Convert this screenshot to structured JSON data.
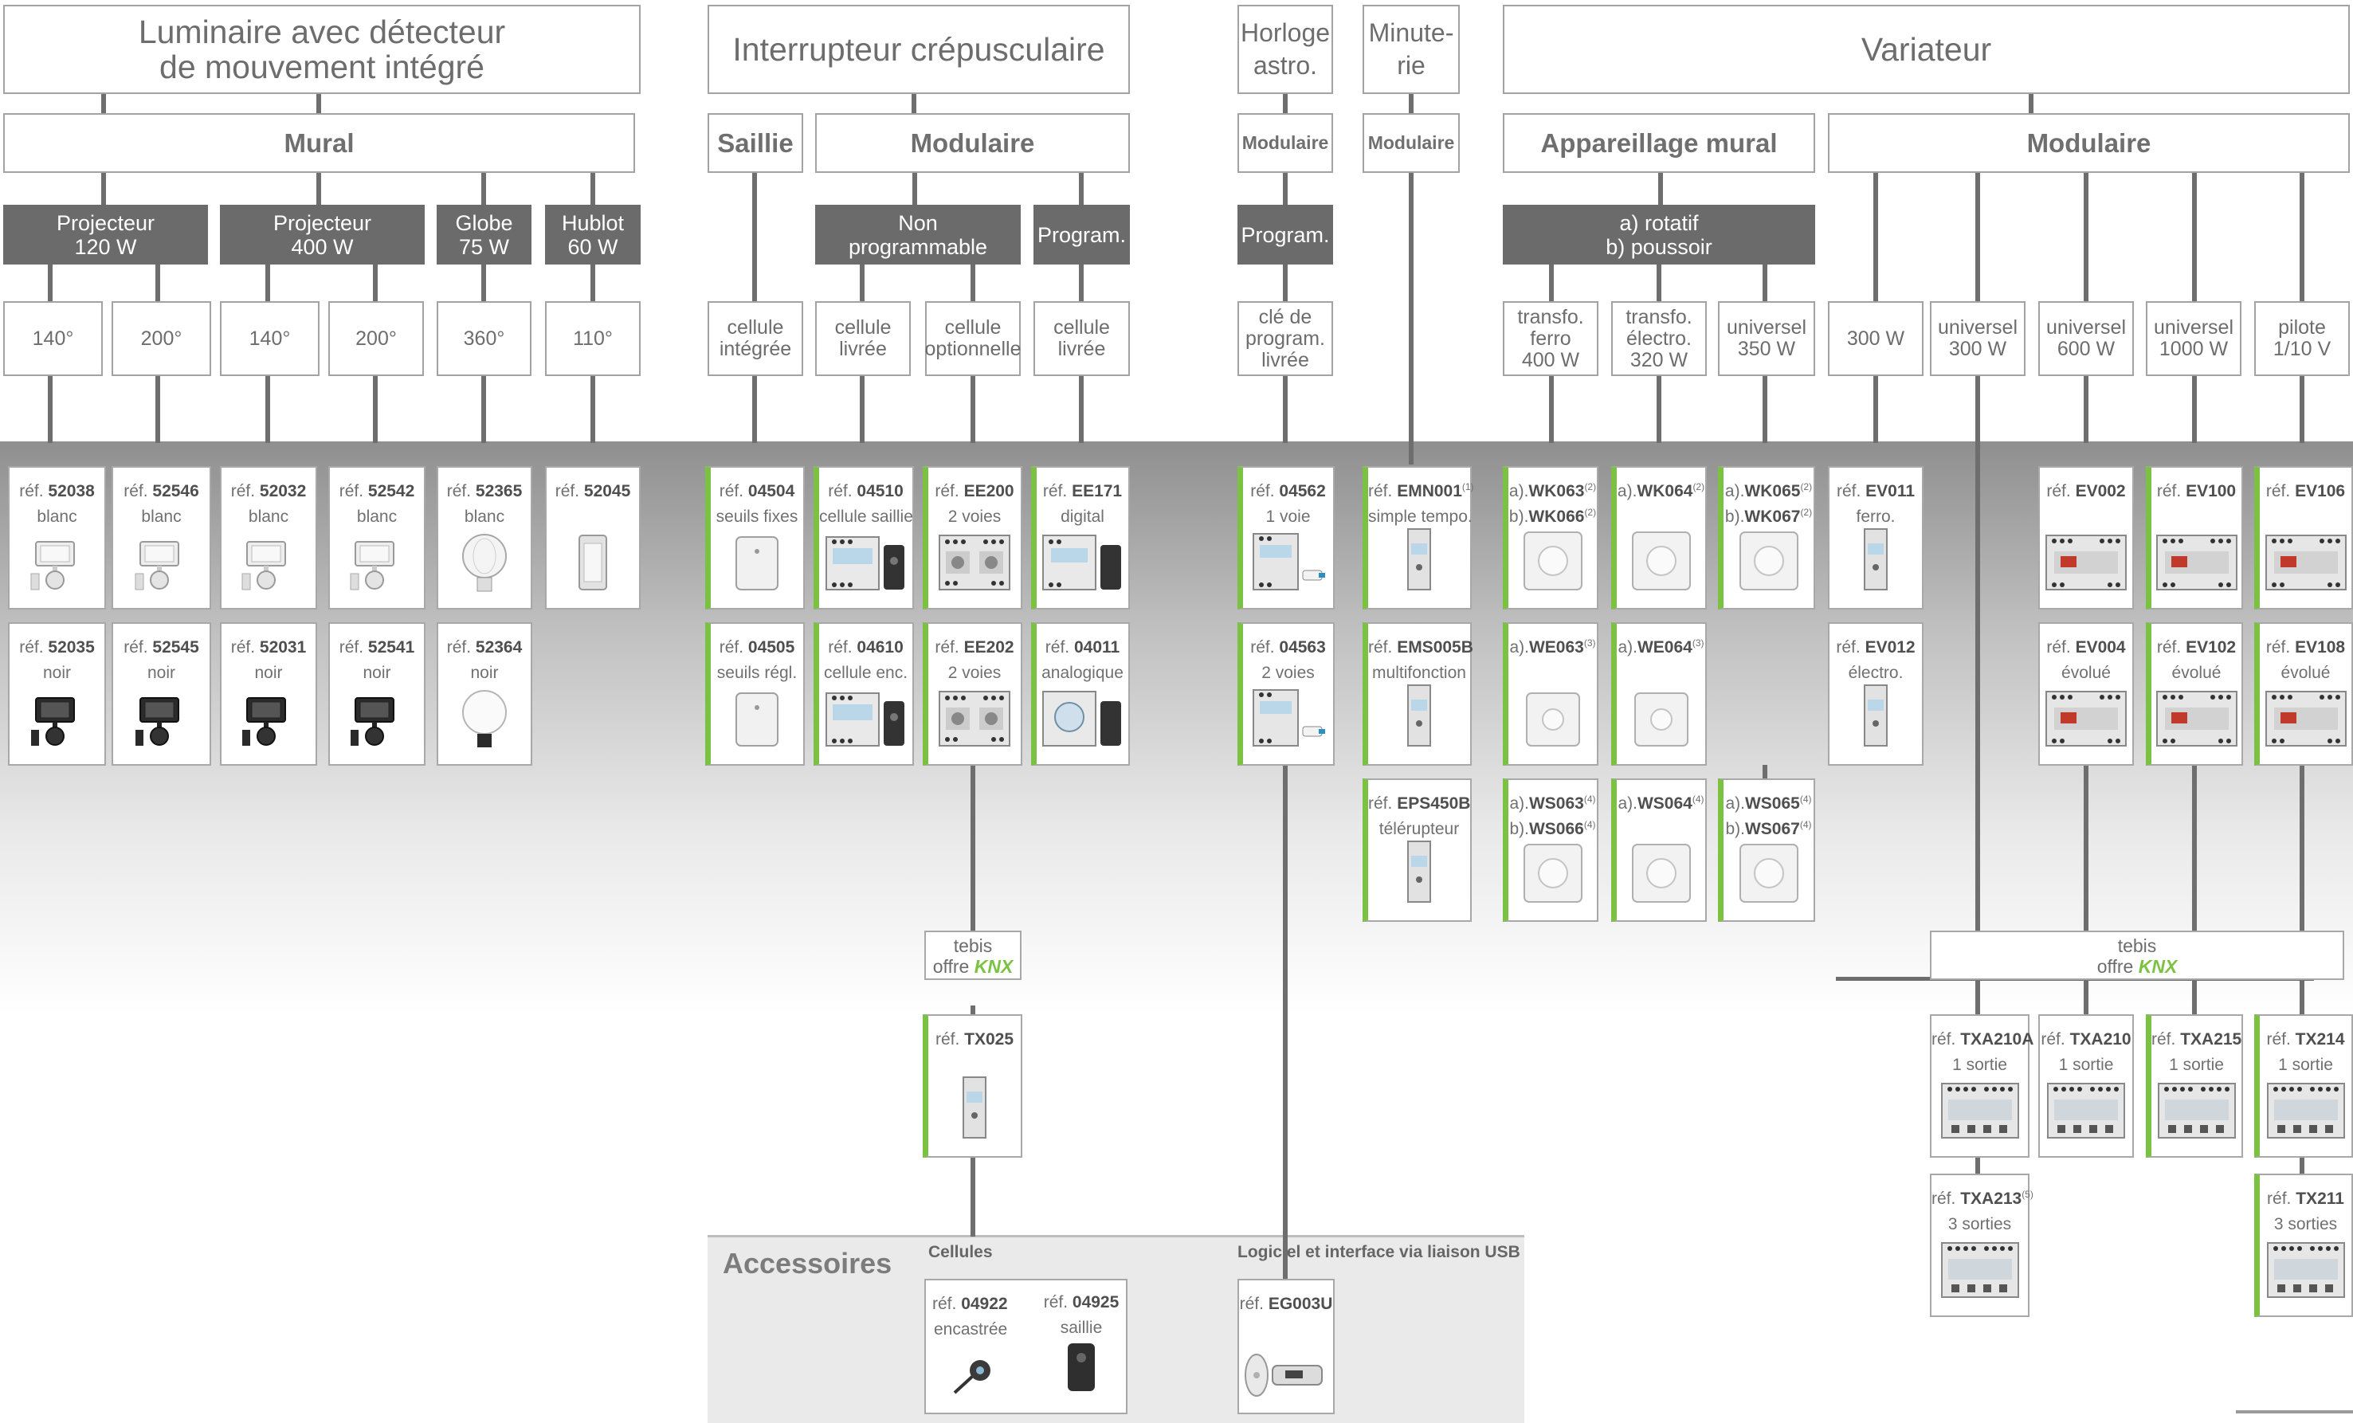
{
  "level1": {
    "luminaire": "Luminaire avec détecteur\nde mouvement intégré",
    "crepusculaire": "Interrupteur crépusculaire",
    "horloge": "Horloge\nastro.",
    "minuterie": "Minute-\nrie",
    "variateur": "Variateur"
  },
  "level2": {
    "mural": "Mural",
    "saillie": "Saillie",
    "modulaire": "Modulaire",
    "modulaire_horloge": "Modulaire",
    "modulaire_minuterie": "Modulaire",
    "appareillage_mural": "Appareillage mural",
    "modulaire_variateur": "Modulaire"
  },
  "level3": {
    "projecteur_120": "Projecteur\n120 W",
    "projecteur_400": "Projecteur\n400 W",
    "globe": "Globe\n75 W",
    "hublot": "Hublot\n60 W",
    "non_programmable": "Non\nprogrammable",
    "program_1": "Program.",
    "program_2": "Program.",
    "rotatif_poussoir": "a) rotatif\nb) poussoir"
  },
  "level4": [
    {
      "id": "a140",
      "text": "140°"
    },
    {
      "id": "a200",
      "text": "200°"
    },
    {
      "id": "b140",
      "text": "140°"
    },
    {
      "id": "b200",
      "text": "200°"
    },
    {
      "id": "c360",
      "text": "360°"
    },
    {
      "id": "d110",
      "text": "110°"
    },
    {
      "id": "cel-int",
      "text": "cellule\nintégrée"
    },
    {
      "id": "cel-liv1",
      "text": "cellule\nlivrée"
    },
    {
      "id": "cel-opt",
      "text": "cellule\noptionnelle"
    },
    {
      "id": "cel-liv2",
      "text": "cellule\nlivrée"
    },
    {
      "id": "cle",
      "text": "clé de\nprogram.\nlivrée"
    },
    {
      "id": "ferro400",
      "text": "transfo.\nferro\n400 W"
    },
    {
      "id": "electro320",
      "text": "transfo.\nélectro.\n320 W"
    },
    {
      "id": "univ350",
      "text": "universel\n350 W"
    },
    {
      "id": "w300",
      "text": "300 W"
    },
    {
      "id": "univ300",
      "text": "universel\n300 W"
    },
    {
      "id": "univ600",
      "text": "universel\n600 W"
    },
    {
      "id": "univ1000",
      "text": "universel\n1000 W"
    },
    {
      "id": "pilote",
      "text": "pilote\n1/10 V"
    }
  ],
  "products": [
    {
      "id": "52038",
      "l1a": "réf. ",
      "l1b": "52038",
      "l1c": "",
      "l2a": "blanc",
      "l2b": "",
      "l2c": "",
      "icon": "floodlight-white-icon"
    },
    {
      "id": "52546",
      "l1a": "réf. ",
      "l1b": "52546",
      "l1c": "",
      "l2a": "blanc",
      "l2b": "",
      "l2c": "",
      "icon": "floodlight-white-icon"
    },
    {
      "id": "52032",
      "l1a": "réf. ",
      "l1b": "52032",
      "l1c": "",
      "l2a": "blanc",
      "l2b": "",
      "l2c": "",
      "icon": "floodlight-white-icon"
    },
    {
      "id": "52542",
      "l1a": "réf. ",
      "l1b": "52542",
      "l1c": "",
      "l2a": "blanc",
      "l2b": "",
      "l2c": "",
      "icon": "floodlight-white-icon"
    },
    {
      "id": "52365",
      "l1a": "réf. ",
      "l1b": "52365",
      "l1c": "",
      "l2a": "blanc",
      "l2b": "",
      "l2c": "",
      "icon": "globe-clear-icon"
    },
    {
      "id": "52045",
      "l1a": "réf. ",
      "l1b": "52045",
      "l1c": "",
      "l2a": "",
      "l2b": "",
      "l2c": "",
      "icon": "bulkhead-light-icon"
    },
    {
      "id": "52035",
      "l1a": "réf. ",
      "l1b": "52035",
      "l1c": "",
      "l2a": "noir",
      "l2b": "",
      "l2c": "",
      "icon": "floodlight-black-icon"
    },
    {
      "id": "52545",
      "l1a": "réf. ",
      "l1b": "52545",
      "l1c": "",
      "l2a": "noir",
      "l2b": "",
      "l2c": "",
      "icon": "floodlight-black-icon"
    },
    {
      "id": "52031",
      "l1a": "réf. ",
      "l1b": "52031",
      "l1c": "",
      "l2a": "noir",
      "l2b": "",
      "l2c": "",
      "icon": "floodlight-black-icon"
    },
    {
      "id": "52541",
      "l1a": "réf. ",
      "l1b": "52541",
      "l1c": "",
      "l2a": "noir",
      "l2b": "",
      "l2c": "",
      "icon": "floodlight-black-icon"
    },
    {
      "id": "52364",
      "l1a": "réf. ",
      "l1b": "52364",
      "l1c": "",
      "l2a": "noir",
      "l2b": "",
      "l2c": "",
      "icon": "globe-opal-icon"
    },
    {
      "id": "04504",
      "l1a": "réf. ",
      "l1b": "04504",
      "l1c": "",
      "l2a": "seuils fixes",
      "l2b": "",
      "l2c": "",
      "icon": "surface-switch-icon"
    },
    {
      "id": "04505",
      "l1a": "réf. ",
      "l1b": "04505",
      "l1c": "",
      "l2a": "seuils régl.",
      "l2b": "",
      "l2c": "",
      "icon": "surface-switch-icon"
    },
    {
      "id": "04510",
      "l1a": "réf. ",
      "l1b": "04510",
      "l1c": "",
      "l2a": "cellule saillie",
      "l2b": "",
      "l2c": "",
      "icon": "modular-with-cell-icon"
    },
    {
      "id": "04610",
      "l1a": "réf. ",
      "l1b": "04610",
      "l1c": "",
      "l2a": "cellule enc.",
      "l2b": "",
      "l2c": "",
      "icon": "modular-with-cell-icon"
    },
    {
      "id": "EE200",
      "l1a": "réf. ",
      "l1b": "EE200",
      "l1c": "",
      "l2a": "2 voies",
      "l2b": "",
      "l2c": "",
      "icon": "modular-2-ways-icon"
    },
    {
      "id": "EE202",
      "l1a": "réf. ",
      "l1b": "EE202",
      "l1c": "",
      "l2a": "2 voies",
      "l2b": "",
      "l2c": "",
      "icon": "modular-2-ways-icon"
    },
    {
      "id": "EE171",
      "l1a": "réf. ",
      "l1b": "EE171",
      "l1c": "",
      "l2a": "digital",
      "l2b": "",
      "l2c": "",
      "icon": "modular-digital-icon"
    },
    {
      "id": "04011",
      "l1a": "réf. ",
      "l1b": "04011",
      "l1c": "",
      "l2a": "analogique",
      "l2b": "",
      "l2c": "",
      "icon": "modular-analog-icon"
    },
    {
      "id": "04562",
      "l1a": "réf. ",
      "l1b": "04562",
      "l1c": "",
      "l2a": "1 voie",
      "l2b": "",
      "l2c": "",
      "icon": "astro-clock-icon"
    },
    {
      "id": "04563",
      "l1a": "réf. ",
      "l1b": "04563",
      "l1c": "",
      "l2a": "2 voies",
      "l2b": "",
      "l2c": "",
      "icon": "astro-clock-icon"
    },
    {
      "id": "EMN001",
      "l1a": "réf. ",
      "l1b": "EMN001",
      "l1c": "(1)",
      "l2a": "simple tempo.",
      "l2b": "",
      "l2c": "",
      "icon": "timer-module-icon"
    },
    {
      "id": "EMS005B",
      "l1a": "réf. ",
      "l1b": "EMS005B",
      "l1c": "",
      "l2a": "multifonction",
      "l2b": "",
      "l2c": "",
      "icon": "timer-module-icon"
    },
    {
      "id": "EPS450B",
      "l1a": "réf. ",
      "l1b": "EPS450B",
      "l1c": "",
      "l2a": "télérupteur",
      "l2b": "",
      "l2c": "",
      "icon": "timer-module-icon"
    },
    {
      "id": "WK063",
      "l1a": "a).",
      "l1b": "WK063",
      "l1c": "(2)",
      "l2a": "b).",
      "l2b": "WK066",
      "l2c": "(2)",
      "icon": "rotary-dimmer-icon"
    },
    {
      "id": "WK064",
      "l1a": "a).",
      "l1b": "WK064",
      "l1c": "(2)",
      "l2a": "",
      "l2b": "",
      "l2c": "",
      "icon": "rotary-dimmer-icon"
    },
    {
      "id": "WK065",
      "l1a": "a).",
      "l1b": "WK065",
      "l1c": "(2)",
      "l2a": "b).",
      "l2b": "WK067",
      "l2c": "(2)",
      "icon": "rotary-dimmer-icon"
    },
    {
      "id": "WE063",
      "l1a": "a).",
      "l1b": "WE063",
      "l1c": "(3)",
      "l2a": "",
      "l2b": "",
      "l2c": "",
      "icon": "rotary-dimmer-small-icon"
    },
    {
      "id": "WE064",
      "l1a": "a).",
      "l1b": "WE064",
      "l1c": "(3)",
      "l2a": "",
      "l2b": "",
      "l2c": "",
      "icon": "rotary-dimmer-small-icon"
    },
    {
      "id": "WS063",
      "l1a": "a).",
      "l1b": "WS063",
      "l1c": "(4)",
      "l2a": "b).",
      "l2b": "WS066",
      "l2c": "(4)",
      "icon": "rotary-dimmer-icon"
    },
    {
      "id": "WS064",
      "l1a": "a).",
      "l1b": "WS064",
      "l1c": "(4)",
      "l2a": "",
      "l2b": "",
      "l2c": "",
      "icon": "rotary-dimmer-icon"
    },
    {
      "id": "WS065",
      "l1a": "a).",
      "l1b": "WS065",
      "l1c": "(4)",
      "l2a": "b).",
      "l2b": "WS067",
      "l2c": "(4)",
      "icon": "rotary-dimmer-icon"
    },
    {
      "id": "EV011",
      "l1a": "réf. ",
      "l1b": "EV011",
      "l1c": "",
      "l2a": "ferro.",
      "l2b": "",
      "l2c": "",
      "icon": "timer-module-icon"
    },
    {
      "id": "EV012",
      "l1a": "réf. ",
      "l1b": "EV012",
      "l1c": "",
      "l2a": "électro.",
      "l2b": "",
      "l2c": "",
      "icon": "timer-module-icon"
    },
    {
      "id": "EV002",
      "l1a": "réf. ",
      "l1b": "EV002",
      "l1c": "",
      "l2a": "",
      "l2b": "",
      "l2c": "",
      "icon": "wide-dimmer-module-icon"
    },
    {
      "id": "EV100",
      "l1a": "réf. ",
      "l1b": "EV100",
      "l1c": "",
      "l2a": "",
      "l2b": "",
      "l2c": "",
      "icon": "wide-dimmer-module-icon"
    },
    {
      "id": "EV106",
      "l1a": "réf. ",
      "l1b": "EV106",
      "l1c": "",
      "l2a": "",
      "l2b": "",
      "l2c": "",
      "icon": "wide-dimmer-module-icon"
    },
    {
      "id": "EV004",
      "l1a": "réf. ",
      "l1b": "EV004",
      "l1c": "",
      "l2a": "évolué",
      "l2b": "",
      "l2c": "",
      "icon": "wide-dimmer-module-icon"
    },
    {
      "id": "EV102",
      "l1a": "réf. ",
      "l1b": "EV102",
      "l1c": "",
      "l2a": "évolué",
      "l2b": "",
      "l2c": "",
      "icon": "wide-dimmer-module-icon"
    },
    {
      "id": "EV108",
      "l1a": "réf. ",
      "l1b": "EV108",
      "l1c": "",
      "l2a": "évolué",
      "l2b": "",
      "l2c": "",
      "icon": "wide-dimmer-module-icon"
    },
    {
      "id": "TX025",
      "l1a": "réf. ",
      "l1b": "TX025",
      "l1c": "",
      "l2a": "",
      "l2b": "",
      "l2c": "",
      "icon": "timer-module-icon"
    },
    {
      "id": "TXA210A",
      "l1a": "réf. ",
      "l1b": "TXA210A",
      "l1c": "",
      "l2a": "1 sortie",
      "l2b": "",
      "l2c": "",
      "icon": "knx-actuator-icon"
    },
    {
      "id": "TXA210",
      "l1a": "réf. ",
      "l1b": "TXA210",
      "l1c": "",
      "l2a": "1 sortie",
      "l2b": "",
      "l2c": "",
      "icon": "knx-actuator-icon"
    },
    {
      "id": "TXA215",
      "l1a": "réf. ",
      "l1b": "TXA215",
      "l1c": "",
      "l2a": "1 sortie",
      "l2b": "",
      "l2c": "",
      "icon": "knx-actuator-icon"
    },
    {
      "id": "TX214",
      "l1a": "réf. ",
      "l1b": "TX214",
      "l1c": "",
      "l2a": "1 sortie",
      "l2b": "",
      "l2c": "",
      "icon": "knx-actuator-icon"
    },
    {
      "id": "TXA213",
      "l1a": "réf. ",
      "l1b": "TXA213",
      "l1c": "(5)",
      "l2a": "3 sorties",
      "l2b": "",
      "l2c": "",
      "icon": "knx-actuator-icon"
    },
    {
      "id": "TX211",
      "l1a": "réf. ",
      "l1b": "TX211",
      "l1c": "",
      "l2a": "3 sorties",
      "l2b": "",
      "l2c": "",
      "icon": "knx-actuator-icon"
    },
    {
      "id": "04922",
      "l1a": "réf. ",
      "l1b": "04922",
      "l1c": "",
      "l2a": "encastrée",
      "l2b": "",
      "l2c": "",
      "icon": "flush-cell-icon"
    },
    {
      "id": "04925",
      "l1a": "réf. ",
      "l1b": "04925",
      "l1c": "",
      "l2a": "saillie",
      "l2b": "",
      "l2c": "",
      "icon": "surface-cell-icon"
    },
    {
      "id": "EG003U",
      "l1a": "réf. ",
      "l1b": "EG003U",
      "l1c": "",
      "l2a": "",
      "l2b": "",
      "l2c": "",
      "icon": "usb-key-software-icon"
    }
  ],
  "tebis": [
    {
      "id": "tebis-1",
      "line1": "tebis",
      "offre": "offre",
      "knx_a": "K",
      "knx_b": "NX"
    },
    {
      "id": "tebis-2",
      "line1": "tebis",
      "offre": "offre",
      "knx_a": "K",
      "knx_b": "NX"
    }
  ],
  "accessoires": {
    "title": "Accessoires",
    "cellules": "Cellules",
    "logiciel": "Logiciel et interface via liaison USB"
  },
  "colors": {
    "accent_green": "#7cc242",
    "dark_header": "#6b6b6b",
    "knx_blue": "#2a8fc1"
  }
}
